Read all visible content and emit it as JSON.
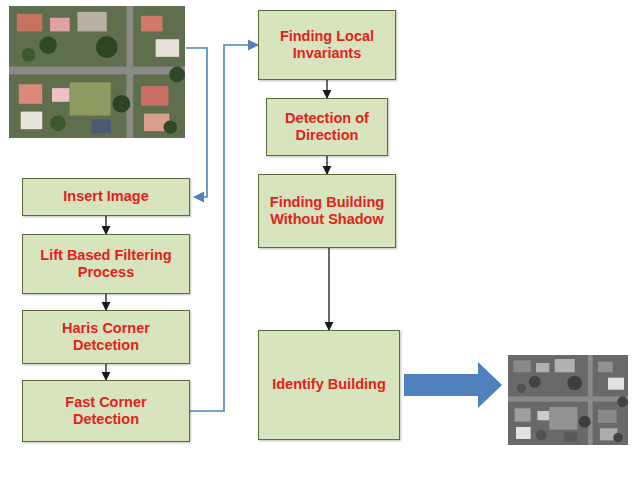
{
  "diagram": {
    "nodes": [
      {
        "text": [
          "Insert Image"
        ]
      },
      {
        "text": [
          "Lift Based Filtering Process"
        ]
      },
      {
        "text": [
          "Haris Corner Detcetion"
        ]
      },
      {
        "text": [
          "Fast Corner Detection"
        ]
      },
      {
        "text": [
          "Finding Local Invariants"
        ]
      },
      {
        "text": [
          "Detection of Direction"
        ]
      },
      {
        "text": [
          "Finding Building Without Shadow"
        ]
      },
      {
        "text": [
          "Identify Building"
        ]
      }
    ],
    "edges": [
      {
        "from": 0,
        "to": 1,
        "arrow": "to"
      },
      {
        "from": 1,
        "to": 2,
        "arrow": "to"
      },
      {
        "from": 2,
        "to": 3,
        "arrow": "to"
      },
      {
        "from": 3,
        "to": 4,
        "arrow": "to"
      },
      {
        "from": 4,
        "to": 5,
        "arrow": "to"
      },
      {
        "from": 5,
        "to": 6,
        "arrow": "to"
      },
      {
        "from": 6,
        "to": 7,
        "arrow": "to"
      }
    ]
  }
}
